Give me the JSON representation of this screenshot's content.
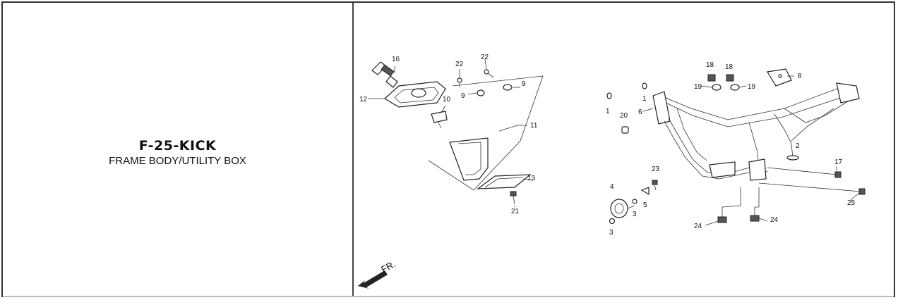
{
  "header": {
    "code": "F-25-KICK",
    "description": "FRAME BODY/UTILITY BOX"
  },
  "diagram": {
    "front_marker": "FR.",
    "callouts": [
      "1",
      "1",
      "2",
      "3",
      "3",
      "4",
      "5",
      "6",
      "8",
      "9",
      "9",
      "10",
      "11",
      "12",
      "13",
      "16",
      "17",
      "18",
      "18",
      "19",
      "19",
      "20",
      "21",
      "22",
      "22",
      "23",
      "24",
      "24",
      "25"
    ]
  },
  "colors": {
    "border": "#333333",
    "ink": "#111111",
    "background": "#ffffff"
  }
}
